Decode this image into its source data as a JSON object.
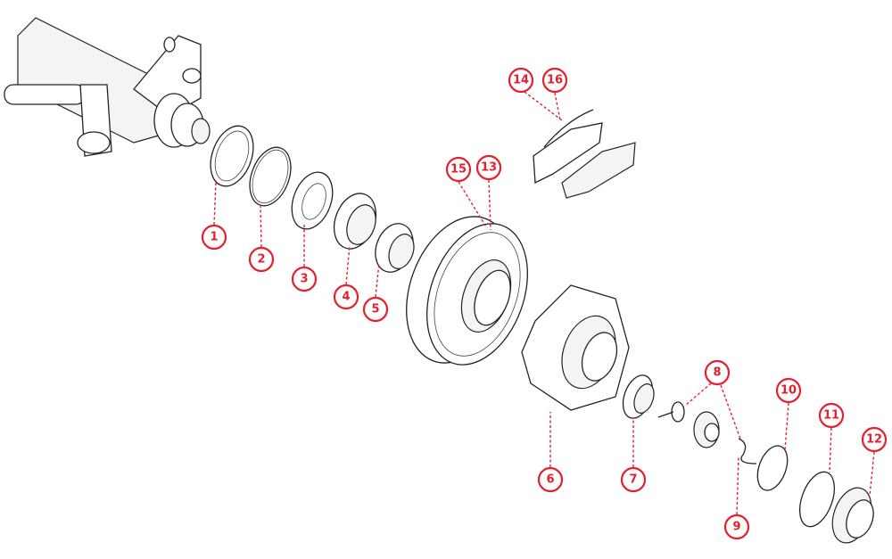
{
  "diagram": {
    "callouts": [
      {
        "number": "1"
      },
      {
        "number": "2"
      },
      {
        "number": "3"
      },
      {
        "number": "4"
      },
      {
        "number": "5"
      },
      {
        "number": "6"
      },
      {
        "number": "7"
      },
      {
        "number": "8"
      },
      {
        "number": "9"
      },
      {
        "number": "10"
      },
      {
        "number": "11"
      },
      {
        "number": "12"
      },
      {
        "number": "13"
      },
      {
        "number": "14"
      },
      {
        "number": "15"
      },
      {
        "number": "16"
      }
    ],
    "accent_color": "#e5202e"
  }
}
